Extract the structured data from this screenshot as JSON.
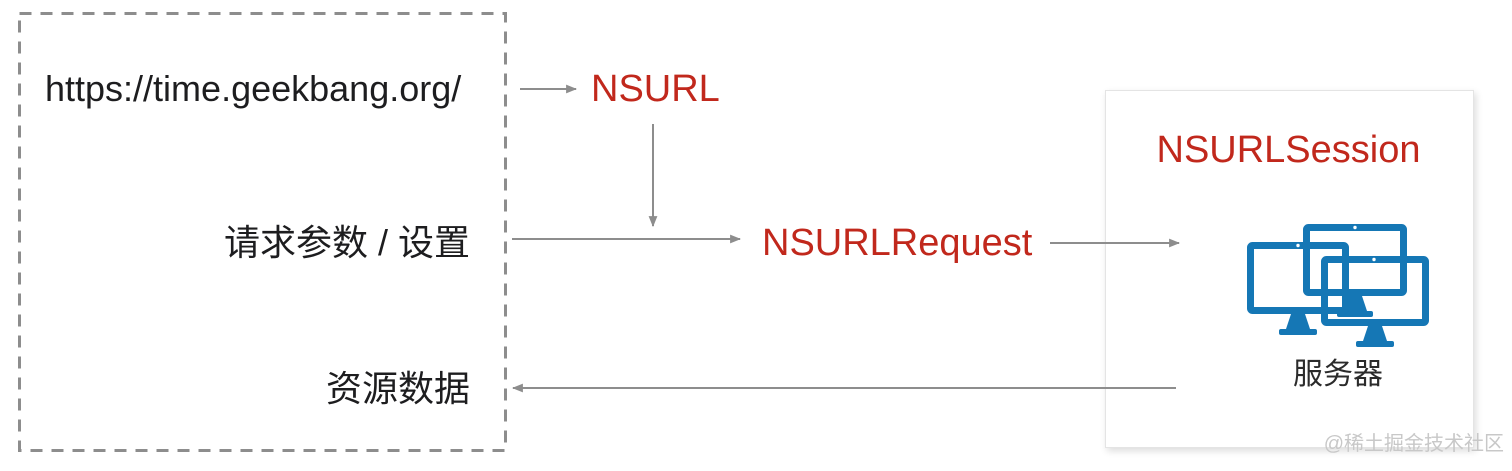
{
  "colors": {
    "accent_red": "#c1281c",
    "icon_blue": "#1577b5",
    "arrow_gray": "#8d8d8d",
    "text_dark": "#1d1d1f",
    "watermark_gray": "#c8c8c8"
  },
  "client_box": {
    "url_label": "https://time.geekbang.org/",
    "request_params_label": "请求参数 / 设置",
    "resource_data_label": "资源数据"
  },
  "flow": {
    "nsurl_label": "NSURL",
    "nsurlrequest_label": "NSURLRequest"
  },
  "session_card": {
    "title": "NSURLSession",
    "server_label": "服务器",
    "server_icon": "server-monitors-icon"
  },
  "watermark_label": "@稀土掘金技术社区"
}
